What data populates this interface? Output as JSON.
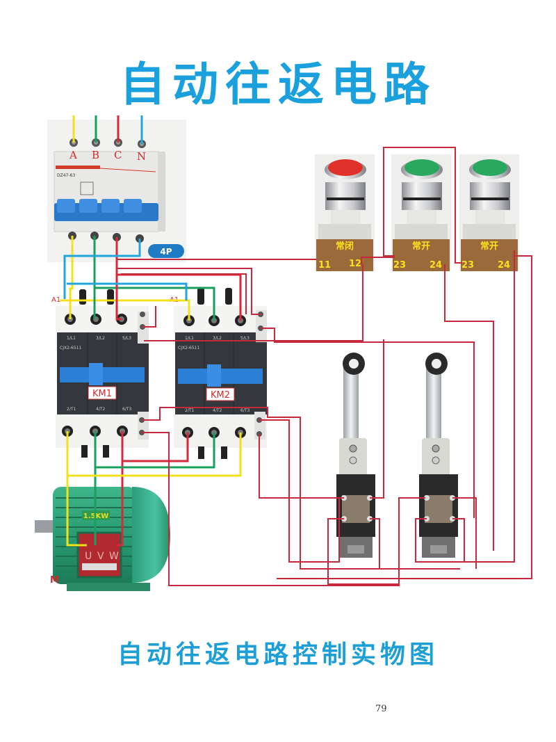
{
  "page": {
    "title": "自动往返电路",
    "subtitle": "自动往返电路控制实物图",
    "page_number": "79"
  },
  "breaker": {
    "name": "4P circuit breaker",
    "badge": "4P",
    "model": "DZ47-63",
    "terminals": [
      "A",
      "B",
      "C",
      "N"
    ]
  },
  "buttons": [
    {
      "id": "stop",
      "color": "#e0302a",
      "label": "常闭",
      "terminals": [
        "11",
        "12"
      ]
    },
    {
      "id": "start1",
      "color": "#2aa860",
      "label": "常开",
      "terminals": [
        "23",
        "24"
      ]
    },
    {
      "id": "start2",
      "color": "#2aa860",
      "label": "常开",
      "terminals": [
        "23",
        "24"
      ]
    }
  ],
  "contactors": [
    {
      "id": "km1",
      "label": "KM1",
      "model": "CJX2-6511",
      "top_terminals": [
        "1/L1",
        "3/L2",
        "5/L3"
      ],
      "bottom_terminals": [
        "2/T1",
        "4/T2",
        "6/T3"
      ],
      "coil_label": "A1"
    },
    {
      "id": "km2",
      "label": "KM2",
      "model": "CJX2-6511",
      "top_terminals": [
        "1/L1",
        "3/L2",
        "5/L3"
      ],
      "bottom_terminals": [
        "2/T1",
        "4/T2",
        "6/T3"
      ],
      "coil_label": "A1"
    }
  ],
  "motor": {
    "label": "M",
    "nameplate": "1.5KW",
    "terminals": [
      "U",
      "V",
      "W"
    ]
  },
  "limit_switches": [
    {
      "id": "sq1",
      "name": "limit switch 1"
    },
    {
      "id": "sq2",
      "name": "limit switch 2"
    }
  ],
  "wire_colors": {
    "phase_a": "#f2e21c",
    "phase_b": "#1a9e5c",
    "phase_c": "#d42a3c",
    "neutral": "#22a4dc",
    "control": "#c8283c"
  }
}
